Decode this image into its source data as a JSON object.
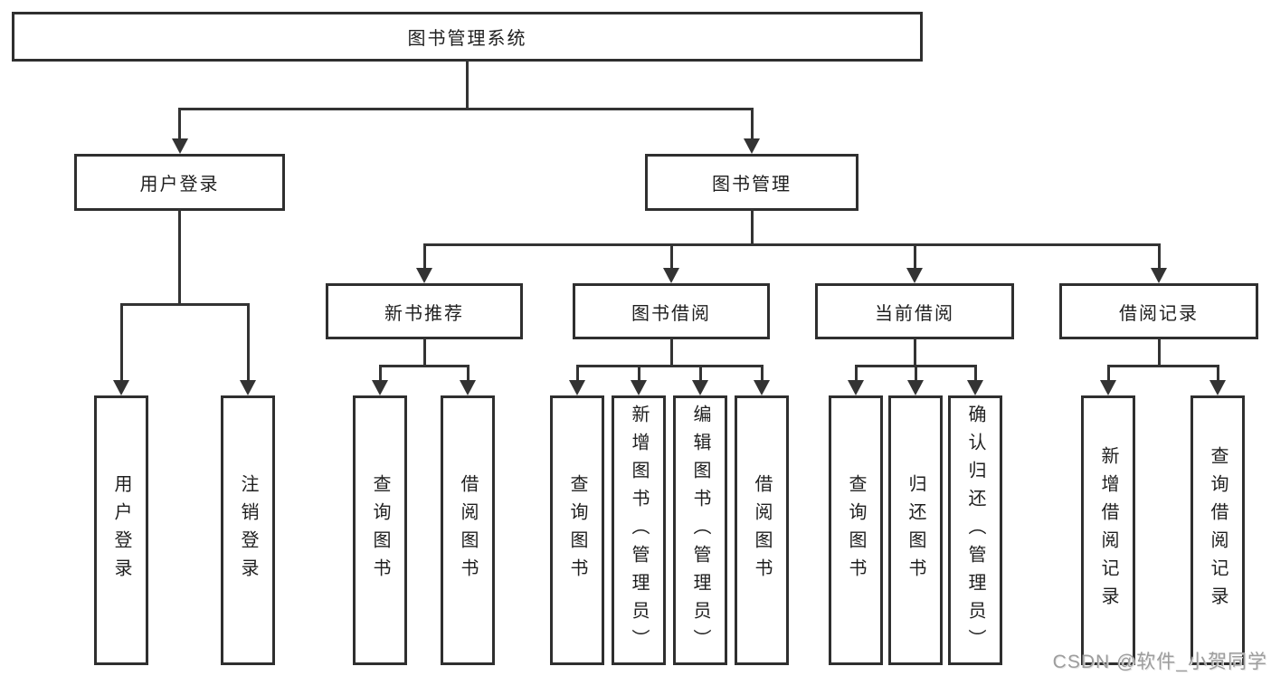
{
  "diagram": {
    "root": {
      "label": "图书管理系统"
    },
    "level2": [
      {
        "label": "用户登录"
      },
      {
        "label": "图书管理"
      }
    ],
    "level3": [
      {
        "label": "新书推荐"
      },
      {
        "label": "图书借阅"
      },
      {
        "label": "当前借阅"
      },
      {
        "label": "借阅记录"
      }
    ],
    "leaf_groups": [
      {
        "parent": "用户登录",
        "items": [
          "用户登录",
          "注销登录"
        ]
      },
      {
        "parent": "新书推荐",
        "items": [
          "查询图书",
          "借阅图书"
        ]
      },
      {
        "parent": "图书借阅",
        "items": [
          "查询图书",
          "新增图书（管理员）",
          "编辑图书（管理员）",
          "借阅图书"
        ]
      },
      {
        "parent": "当前借阅",
        "items": [
          "查询图书",
          "归还图书",
          "确认归还（管理员）"
        ]
      },
      {
        "parent": "借阅记录",
        "items": [
          "新增借阅记录",
          "查询借阅记录"
        ]
      }
    ]
  },
  "watermark": {
    "text": "CSDN @软件_小贺同学",
    "color": "#9d9d9d"
  },
  "colors": {
    "line": "#333333",
    "box_border": "#2f2f2f",
    "background": "#ffffff",
    "text": "#1f1f1f"
  }
}
